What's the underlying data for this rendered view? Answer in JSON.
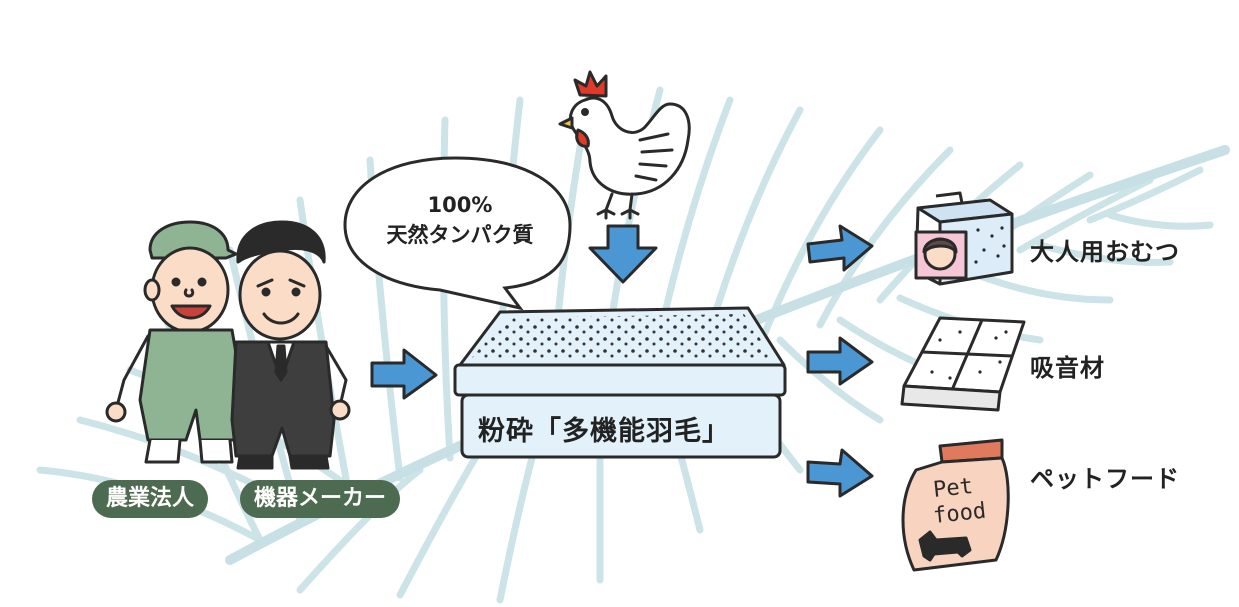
{
  "bubble": {
    "line1": "100%",
    "line2": "天然タンパク質"
  },
  "tray_label": "粉砕「多機能羽毛」",
  "pills": {
    "farm": "農業法人",
    "maker": "機器メーカー"
  },
  "products": [
    {
      "label": "大人用おむつ",
      "icon": "diaper-pack-icon"
    },
    {
      "label": "吸音材",
      "icon": "sound-absorbing-panel-icon"
    },
    {
      "label": "ペットフード",
      "icon": "pet-food-bag-icon"
    }
  ],
  "pet_food_bag_text": {
    "line1": "Pet",
    "line2": "food"
  },
  "colors": {
    "arrow": "#4a97d4",
    "feather": "#c7e0e6",
    "pill": "#4d6b50",
    "farmer_suit": "#8fb494",
    "businessman_suit": "#3e3e3e",
    "tray": "#e3f1fb",
    "rooster_comb": "#e03a2a",
    "bag": "#f7d3c0"
  }
}
